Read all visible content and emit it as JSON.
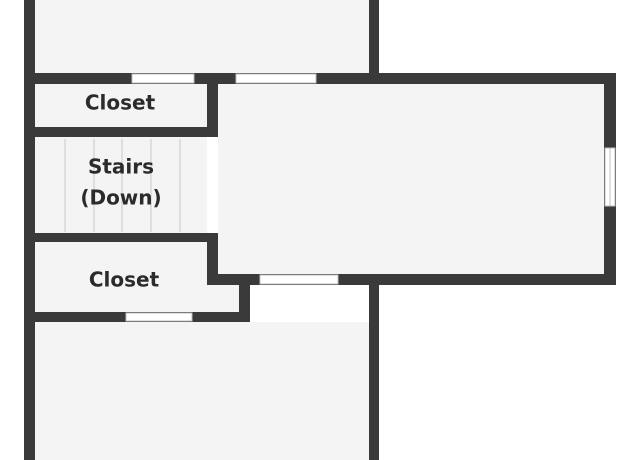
{
  "plan": {
    "rooms": {
      "closet_top": {
        "label": "Closet"
      },
      "stairs": {
        "label_line1": "Stairs",
        "label_line2": "(Down)"
      },
      "closet_bottom": {
        "label": "Closet"
      }
    },
    "colors": {
      "wall": "#3a3a3a",
      "floor": "#f4f4f4",
      "background": "#ffffff"
    }
  }
}
